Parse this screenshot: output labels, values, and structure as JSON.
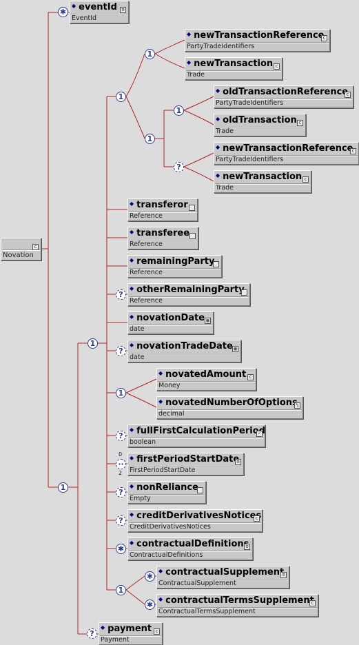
{
  "root": {
    "name": "Novation",
    "type_icon": "complex-type-icon"
  },
  "compositors": {
    "root_seq": "1",
    "outer_seq": "1",
    "top_choice": "1",
    "new_seq": "1",
    "old_choice": "1",
    "old_seq": "1",
    "old_opt_seq": "?",
    "amount_choice": "1",
    "supp_choice": "1"
  },
  "elements": {
    "eventId": {
      "name": "eventId",
      "type": "EventId",
      "occurs": "✱"
    },
    "newTransactionReference_1": {
      "name": "newTransactionReference",
      "type": "PartyTradeIdentifiers"
    },
    "newTransaction_1": {
      "name": "newTransaction",
      "type": "Trade"
    },
    "oldTransactionReference": {
      "name": "oldTransactionReference",
      "type": "PartyTradeIdentifiers"
    },
    "oldTransaction": {
      "name": "oldTransaction",
      "type": "Trade"
    },
    "newTransactionReference_2": {
      "name": "newTransactionReference",
      "type": "PartyTradeIdentifiers"
    },
    "newTransaction_2": {
      "name": "newTransaction",
      "type": "Trade"
    },
    "transferor": {
      "name": "transferor",
      "type": "Reference"
    },
    "transferee": {
      "name": "transferee",
      "type": "Reference"
    },
    "remainingParty": {
      "name": "remainingParty",
      "type": "Reference"
    },
    "otherRemainingParty": {
      "name": "otherRemainingParty",
      "type": "Reference",
      "occurs": "?"
    },
    "novationDate": {
      "name": "novationDate",
      "type": "date"
    },
    "novationTradeDate": {
      "name": "novationTradeDate",
      "type": "date",
      "occurs": "?"
    },
    "novatedAmount": {
      "name": "novatedAmount",
      "type": "Money"
    },
    "novatedNumberOfOptions": {
      "name": "novatedNumberOfOptions",
      "type": "decimal"
    },
    "fullFirstCalculationPeriod": {
      "name": "fullFirstCalculationPeriod",
      "type": "boolean",
      "occurs": "?"
    },
    "firstPeriodStartDate": {
      "name": "firstPeriodStartDate",
      "type": "FirstPeriodStartDate",
      "occurs_min": "0",
      "occurs_max": "2",
      "occurs_symbol": "··"
    },
    "nonReliance": {
      "name": "nonReliance",
      "type": "Empty",
      "occurs": "?"
    },
    "creditDerivativesNotices": {
      "name": "creditDerivativesNotices",
      "type": "CreditDerivativesNotices",
      "occurs": "?"
    },
    "contractualDefinitions": {
      "name": "contractualDefinitions",
      "type": "ContractualDefinitions",
      "occurs": "✱"
    },
    "contractualSupplement": {
      "name": "contractualSupplement",
      "type": "ContractualSupplement",
      "occurs": "✱"
    },
    "contractualTermsSupplement": {
      "name": "contractualTermsSupplement",
      "type": "ContractualTermsSupplement",
      "occurs": "✱"
    },
    "payment": {
      "name": "payment",
      "type": "Payment",
      "occurs": "?"
    }
  },
  "colors": {
    "line": "#b22222",
    "compositor": "#2a3b8f",
    "background": "#dcdcdc"
  }
}
